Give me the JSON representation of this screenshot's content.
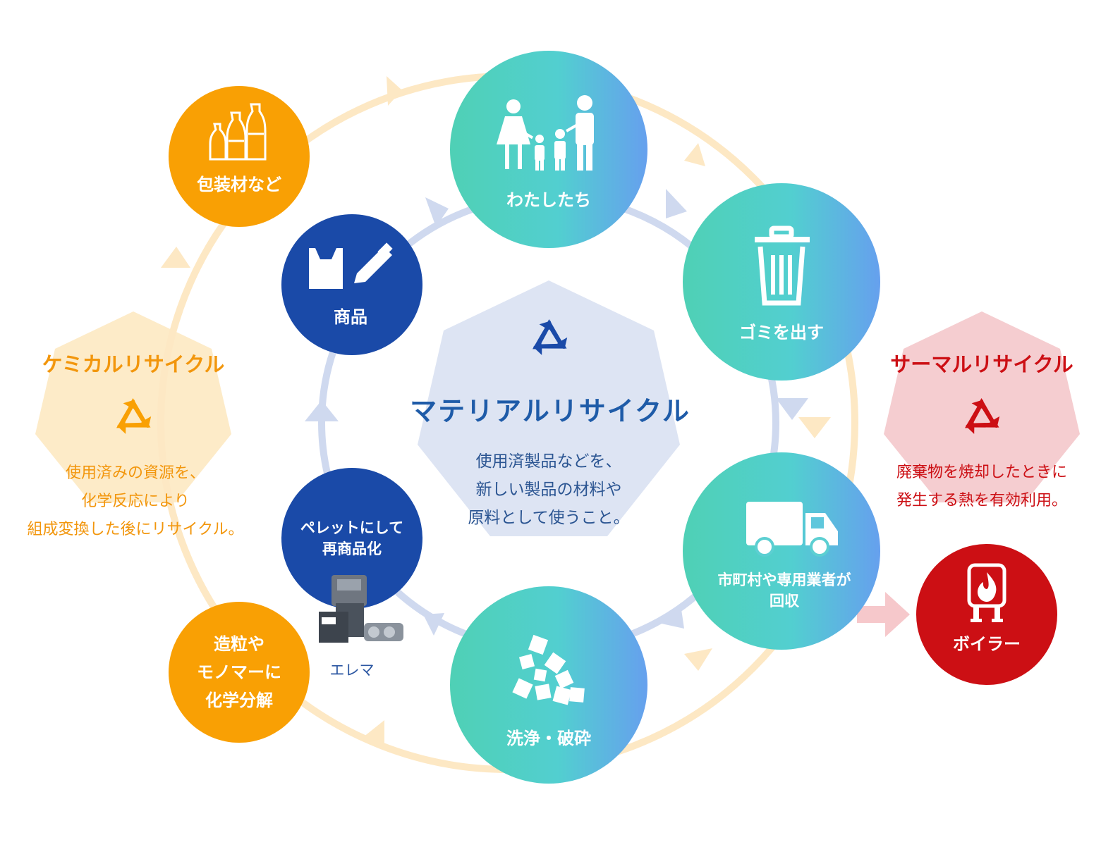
{
  "material": {
    "title": "マテリアルリサイクル",
    "desc_lines": [
      "使用済製品などを、",
      "新しい製品の材料や",
      "原料として使うこと。"
    ]
  },
  "chemical": {
    "title": "ケミカルリサイクル",
    "desc_lines": [
      "使用済みの資源を、",
      "化学反応により",
      "組成変換した後にリサイクル。"
    ]
  },
  "thermal": {
    "title": "サーマルリサイクル",
    "desc_lines": [
      "廃棄物を焼却したときに",
      "発生する熱を有効利用。"
    ]
  },
  "nodes": {
    "us": "わたしたち",
    "trash": "ゴミを出す",
    "collect": [
      "市町村や専用業者が",
      "回収"
    ],
    "wash": "洗浄・破砕",
    "pellet": [
      "ペレットにして",
      "再商品化"
    ],
    "products": "商品",
    "packaging": "包装材など",
    "granulate": [
      "造粒や",
      "モノマーに",
      "化学分解"
    ],
    "boiler": "ボイラー"
  },
  "machine_label": "エレマ",
  "colors": {
    "teal": "#4fcfc8",
    "blue_gradient_end": "#62a0ea",
    "navy": "#1a4aa8",
    "orange": "#f9a004",
    "red": "#cc0f14",
    "light_blue_ring": "#cfd9ef",
    "light_orange_ring": "#fde8c4",
    "light_pink_arrow": "#f6c8cb",
    "material_heptagon": "#dde4f3",
    "chemical_heptagon": "#fdebc8",
    "thermal_heptagon": "#f5cdd0"
  },
  "icons": {
    "us": "family-icon",
    "trash": "trash-can-icon",
    "collect": "truck-icon",
    "wash": "crushed-pieces-icon",
    "pellet": "pelletizer-machine-icon",
    "products": "bag-and-pen-icon",
    "packaging": "bottles-icon",
    "granulate": "none",
    "boiler": "boiler-flame-icon",
    "recycle": "recycle-icon"
  }
}
